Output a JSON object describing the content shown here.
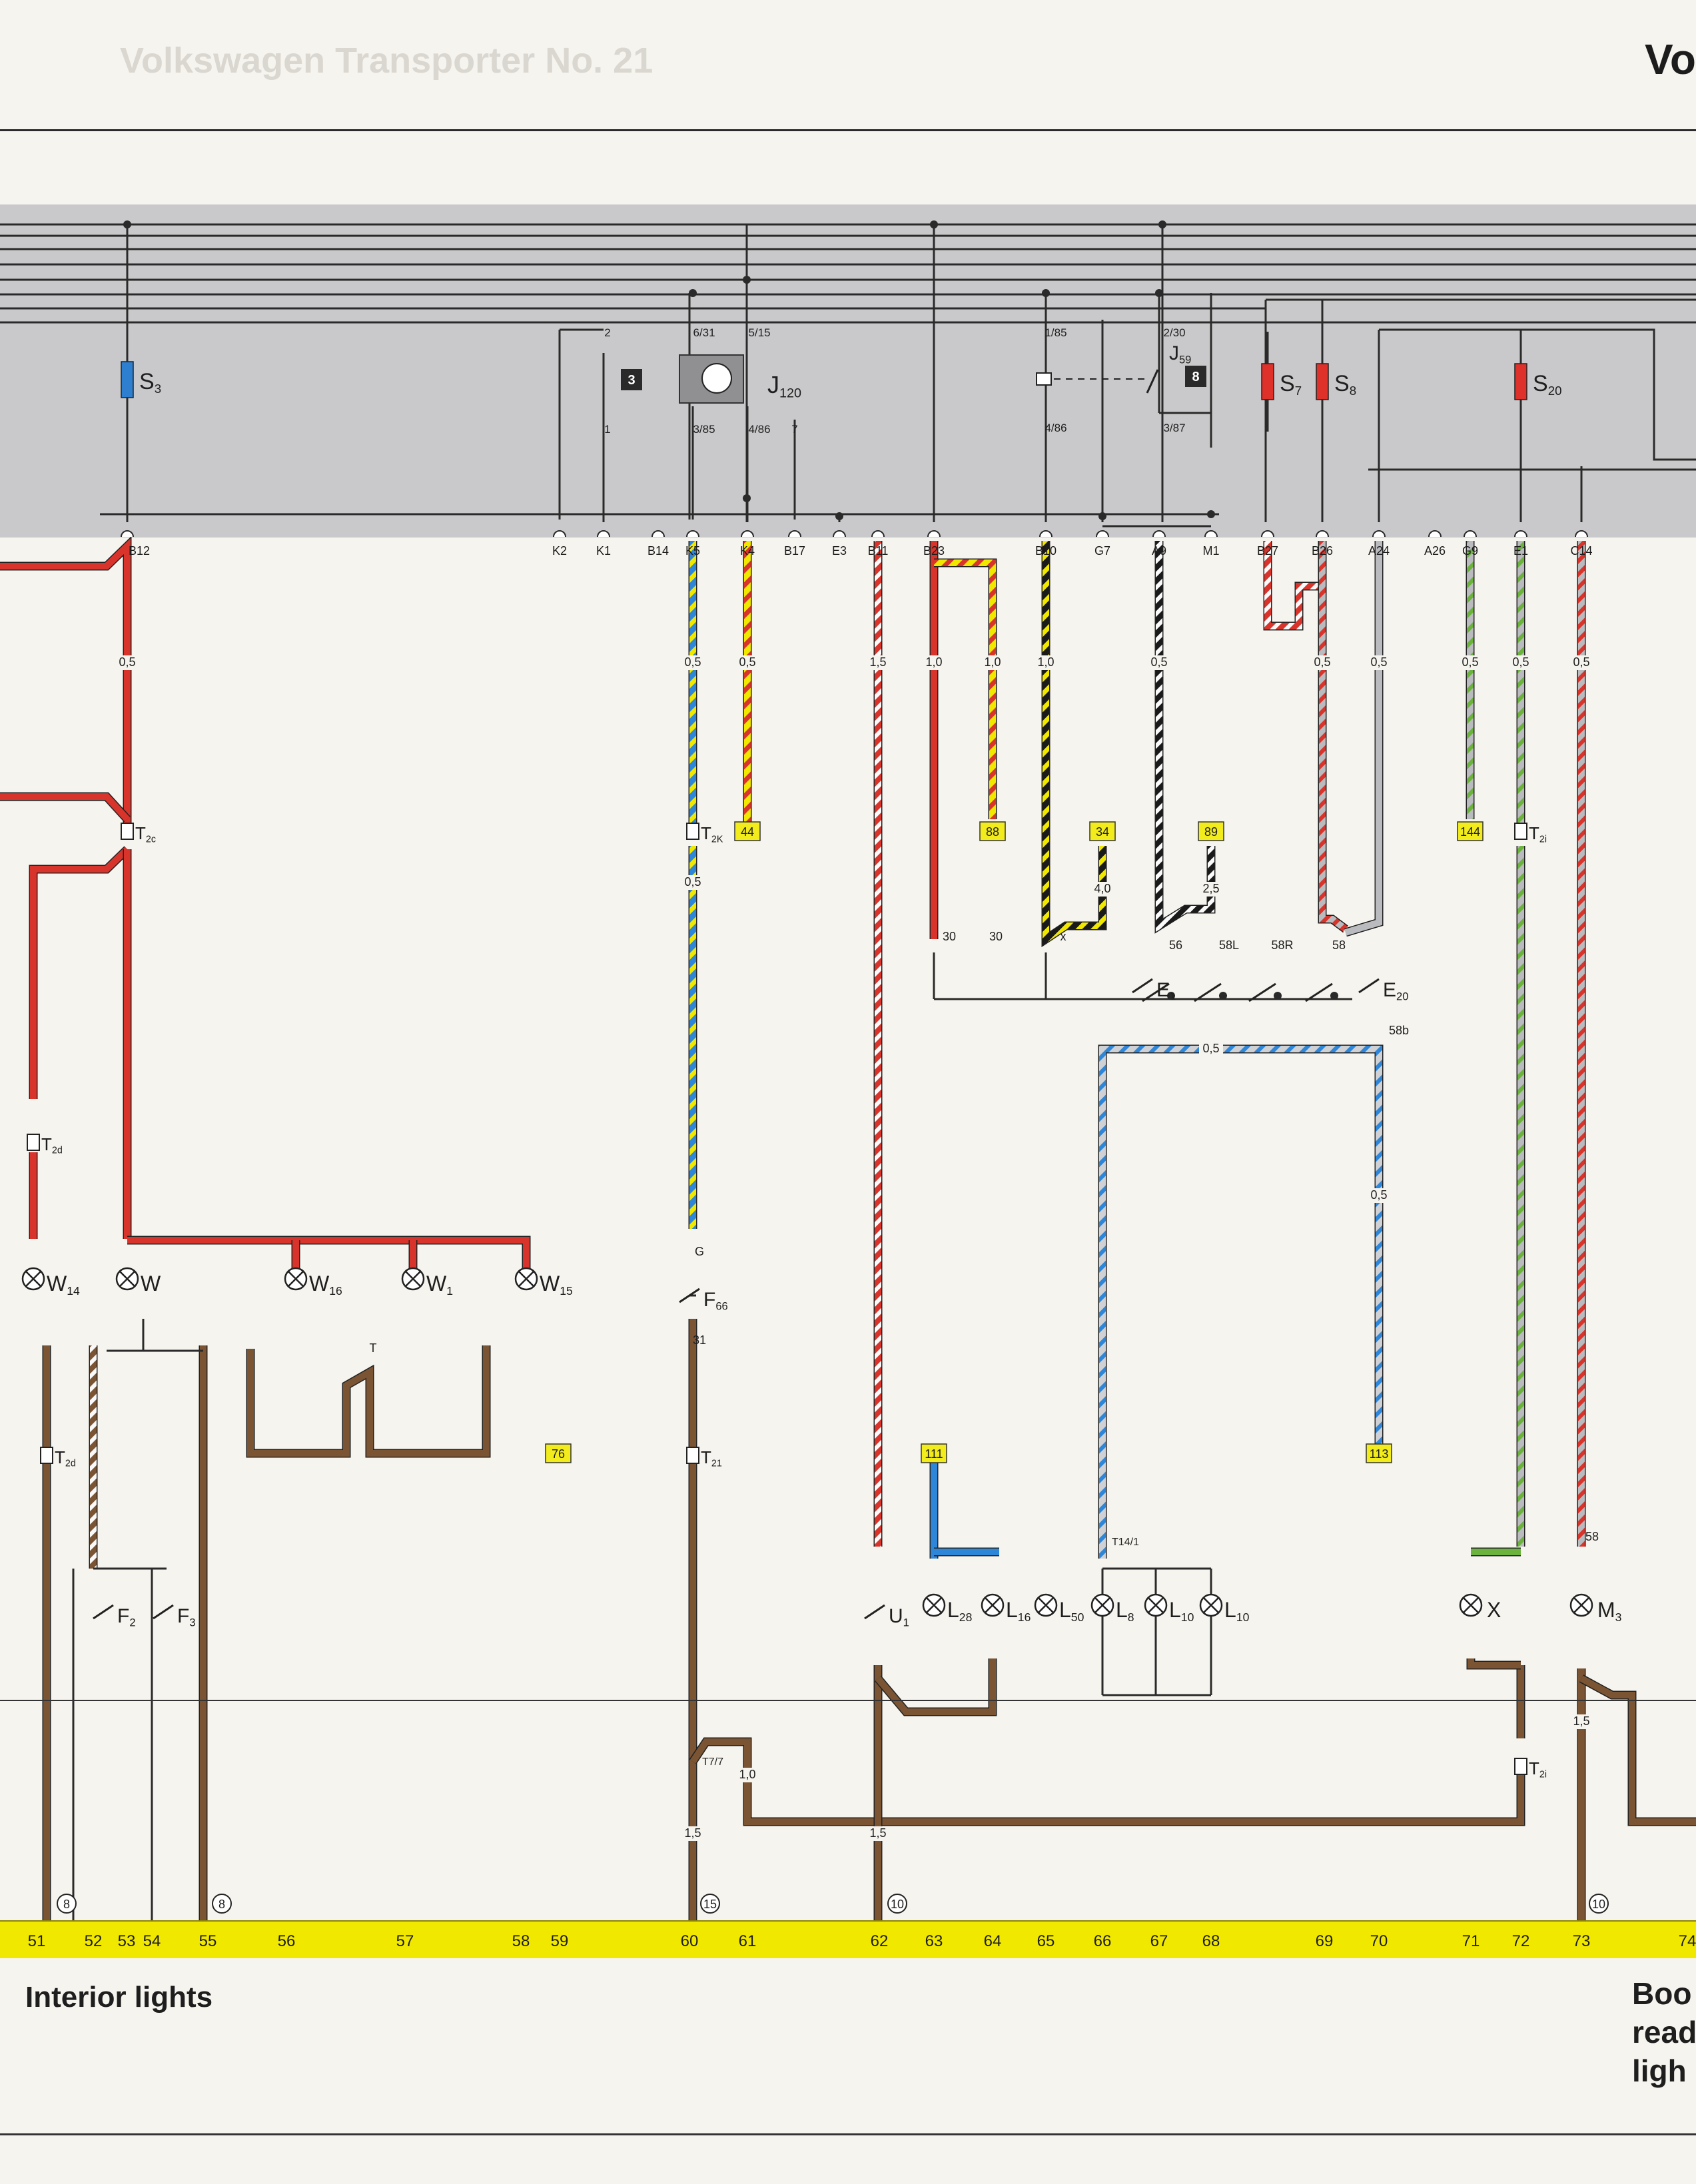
{
  "header": {
    "title": "Vo",
    "ghost_text": "Volkswagen Transporter No. 21"
  },
  "captions": {
    "left": "Interior lights",
    "right": "Boo\nread\nligh"
  },
  "colors": {
    "red": "#d9342b",
    "brown": "#7a5433",
    "blue": "#2e86d8",
    "yellow": "#f1e800",
    "green": "#6cb33e",
    "grey": "#b9bbbe",
    "white": "#fafafa",
    "black": "#1a1a1a",
    "panel": "#c9c9cb",
    "fuse_blue": "#2f7fd0",
    "fuse_red": "#e0302a",
    "label_box": "#f3ec1c"
  },
  "fuses": [
    {
      "id": "fuse-s3",
      "label": "S",
      "sub": "3",
      "color": "blue"
    },
    {
      "id": "fuse-s7",
      "label": "S",
      "sub": "7",
      "color": "red"
    },
    {
      "id": "fuse-s8",
      "label": "S",
      "sub": "8",
      "color": "red"
    },
    {
      "id": "fuse-s20",
      "label": "S",
      "sub": "20",
      "color": "red"
    }
  ],
  "relays": [
    {
      "id": "relay-j120",
      "label": "J",
      "sub": "120",
      "pins": [
        "6/31",
        "5/15",
        "3/85",
        "4/86",
        "7"
      ]
    },
    {
      "id": "relay-j59",
      "label": "J",
      "sub": "59",
      "pins": [
        "1/85",
        "2/30",
        "4/86",
        "3/87"
      ]
    }
  ],
  "relay_slots": [
    {
      "label": "3"
    },
    {
      "label": "8"
    }
  ],
  "slot_pins": [
    "2",
    "1"
  ],
  "panel_terminals": [
    "B12",
    "K2",
    "K1",
    "B14",
    "K5",
    "K4",
    "B17",
    "E3",
    "B11",
    "B23",
    "B10",
    "G7",
    "A9",
    "M1",
    "B27",
    "B26",
    "A24",
    "A26",
    "G9",
    "E1",
    "C14"
  ],
  "wire_sizes": [
    "0,5",
    "1,5",
    "1,0",
    "1,0",
    "1,0",
    "0,5",
    "0,5",
    "0,5",
    "0,5",
    "0,5",
    "0,5",
    "0,5",
    "0,5",
    "4,0",
    "2,5",
    "0,5",
    "0,5",
    "0,5",
    "1,5",
    "1,0",
    "1,5",
    "1,5"
  ],
  "connectors": [
    {
      "label": "T",
      "sub": "2c"
    },
    {
      "label": "T",
      "sub": "2d"
    },
    {
      "label": "T",
      "sub": "2d"
    },
    {
      "label": "T",
      "sub": "2K"
    },
    {
      "label": "T",
      "sub": "21"
    },
    {
      "label": "T",
      "sub": "2i"
    },
    {
      "label": "T",
      "sub": "2i"
    },
    {
      "label": "T7/7"
    },
    {
      "label": "T14/1"
    }
  ],
  "cross_refs": [
    "44",
    "88",
    "34",
    "89",
    "144",
    "76",
    "111",
    "113"
  ],
  "lamps": [
    {
      "label": "W",
      "sub": "14"
    },
    {
      "label": "W",
      "sub": ""
    },
    {
      "label": "W",
      "sub": "16"
    },
    {
      "label": "W",
      "sub": "1"
    },
    {
      "label": "W",
      "sub": "15"
    },
    {
      "label": "L",
      "sub": "28"
    },
    {
      "label": "L",
      "sub": "16"
    },
    {
      "label": "L",
      "sub": "50"
    },
    {
      "label": "L",
      "sub": "8"
    },
    {
      "label": "L",
      "sub": "10"
    },
    {
      "label": "L",
      "sub": "10"
    },
    {
      "label": "X",
      "sub": ""
    },
    {
      "label": "M",
      "sub": "3"
    }
  ],
  "switches": [
    {
      "label": "F",
      "sub": "2"
    },
    {
      "label": "F",
      "sub": "3"
    },
    {
      "label": "F",
      "sub": "66"
    },
    {
      "label": "U",
      "sub": "1"
    },
    {
      "label": "E",
      "sub": "1"
    },
    {
      "label": "E",
      "sub": "20"
    }
  ],
  "switch_terminals": [
    "30",
    "30",
    "56",
    "58L",
    "58R",
    "58",
    "58b",
    "x",
    "G",
    "T",
    "31",
    "58"
  ],
  "ground_points": [
    "8",
    "8",
    "15",
    "10",
    "10"
  ],
  "current_tracks": [
    "51",
    "52",
    "53",
    "54",
    "55",
    "56",
    "57",
    "58",
    "59",
    "60",
    "61",
    "62",
    "63",
    "64",
    "65",
    "66",
    "67",
    "68",
    "69",
    "70",
    "71",
    "72",
    "73",
    "74"
  ]
}
